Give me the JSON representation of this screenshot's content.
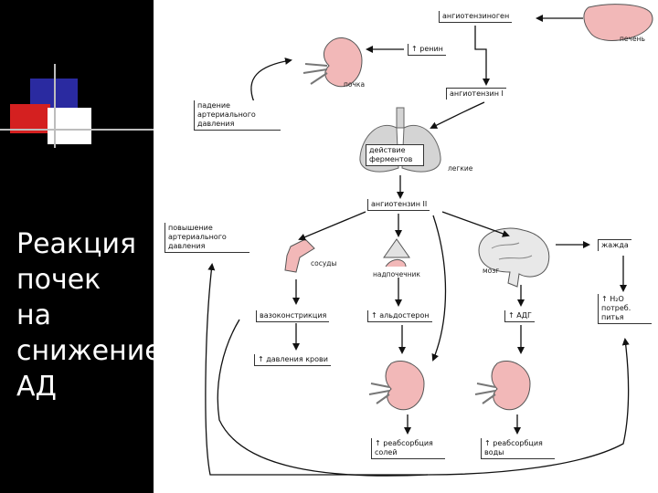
{
  "slide": {
    "title_lines": [
      "Реакция",
      "почек",
      "на",
      "снижение",
      "АД"
    ]
  },
  "diagram": {
    "angiotensinogen": "ангиотензиноген",
    "liver": "печень",
    "renin": "ренин",
    "kidney": "почка",
    "angiotensin_1": "ангиотензин I",
    "bp_drop": "падение артериального давления",
    "enzyme_action": "действие ферментов",
    "lungs": "легкие",
    "angiotensin_2": "ангиотензин II",
    "bp_rise": "повышение артериального давления",
    "vessels": "сосуды",
    "adrenal": "надпочечник",
    "brain": "мозг",
    "thirst": "жажда",
    "vasoconstriction": "вазоконстрикция",
    "aldosterone": "альдостерон",
    "adh": "АДГ",
    "water_intake": "потреб. питья",
    "water_intake_prefix": "H₂O",
    "blood_pressure": "давления крови",
    "salt_reabsorption": "реабсорбция солей",
    "water_reabsorption": "реабсорбция воды",
    "up_arrow": "↑"
  },
  "colors": {
    "organ_fill": "#f2b8b8",
    "organ_stroke": "#555555",
    "lung_fill": "#d4d4d4",
    "arrow": "#111111",
    "title_text": "#ffffff",
    "panel_bg": "#000000",
    "deco_blue": "#2a2aa0",
    "deco_red": "#d42020",
    "deco_white": "#ffffff"
  }
}
